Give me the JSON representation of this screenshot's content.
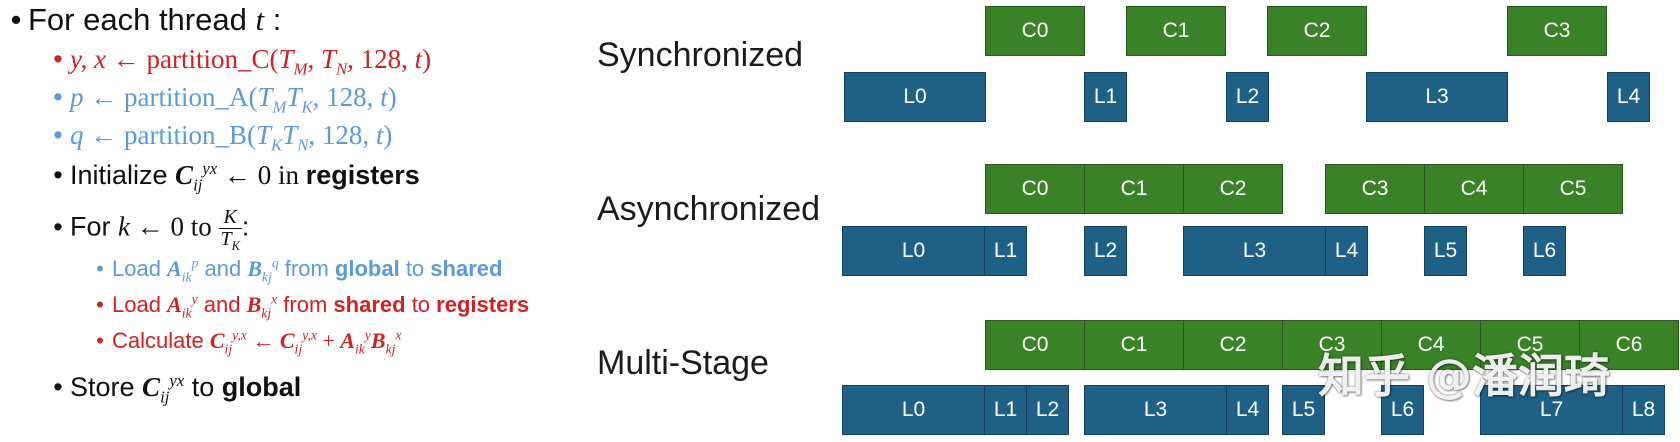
{
  "algorithm": {
    "header": {
      "prefix": "For each thread ",
      "var": "t",
      "suffix": " :"
    },
    "partition_c": {
      "lhs": "y, x",
      "arrow": " ← ",
      "fn": "partition_C(",
      "args_a": "T",
      "args_a_sub": "M",
      "sep": ", ",
      "args_b": "T",
      "args_b_sub": "N",
      "tail": ", 128, ",
      "t": "t",
      "close": ")"
    },
    "partition_a": {
      "lhs": "p",
      "arrow": " ← ",
      "fn": "partition_A(",
      "a": "T",
      "a_sub": "M",
      "b": "T",
      "b_sub": "K",
      "tail": ", 128, ",
      "t": "t",
      "close": ")"
    },
    "partition_b": {
      "lhs": "q",
      "arrow": " ← ",
      "fn": "partition_B(",
      "a": "T",
      "a_sub": "K",
      "b": "T",
      "b_sub": "N",
      "tail": ", 128, ",
      "t": "t",
      "close": ")"
    },
    "initialize": {
      "prefix": "Initialize ",
      "C": "C",
      "C_sub": "ij",
      "C_sup": "yx",
      "mid": " ← 0 in ",
      "bold": "registers"
    },
    "for_loop": {
      "prefix": "For ",
      "k": "k",
      "mid": " ← 0 to ",
      "num": "K",
      "den_T": "T",
      "den_sub": "K",
      "suffix": ":"
    },
    "load_global": {
      "load": "Load ",
      "A": "A",
      "A_sub": "ik",
      "A_sup": "p",
      "and": " and ",
      "B": "B",
      "B_sub": "kj",
      "B_sup": "q",
      "from": " from ",
      "src": "global",
      "to": " to ",
      "dst": "shared"
    },
    "load_shared": {
      "load": "Load ",
      "A": "A",
      "A_sub": "ik",
      "A_sup": "y",
      "and": " and ",
      "B": "B",
      "B_sub": "kj",
      "B_sup": "x",
      "from": " from ",
      "src": "shared",
      "to": " to ",
      "dst": "registers"
    },
    "calculate": {
      "label": "Calculate ",
      "C": "C",
      "C_sub": "ij",
      "C_sup": "y,x",
      "arrow": " ← ",
      "plus": " + "
    },
    "store": {
      "prefix": "Store ",
      "C": "C",
      "C_sub": "ij",
      "C_sup": "yx",
      "mid": " to ",
      "bold": "global"
    }
  },
  "sections": [
    {
      "label": "Synchronized",
      "compute": [
        "C0",
        "C1",
        "C2",
        "C3"
      ],
      "load": [
        "L0",
        "L1",
        "L2",
        "L3",
        "L4"
      ]
    },
    {
      "label": "Asynchronized",
      "compute": [
        "C0",
        "C1",
        "C2",
        "C3",
        "C4",
        "C5"
      ],
      "load": [
        "L0",
        "L1",
        "L2",
        "L3",
        "L4",
        "L5",
        "L6"
      ]
    },
    {
      "label": "Multi-Stage",
      "compute": [
        "C0",
        "C1",
        "C2",
        "C3",
        "C4",
        "C5",
        "C6"
      ],
      "load": [
        "L0",
        "L1",
        "L2",
        "L3",
        "L4",
        "L5",
        "L6",
        "L7",
        "L8"
      ]
    }
  ],
  "watermark": "知乎 @潘润琦",
  "colors": {
    "compute": "#3a8228",
    "load": "#1f6087",
    "red": "#d42020",
    "blue": "#5b9bd5"
  }
}
